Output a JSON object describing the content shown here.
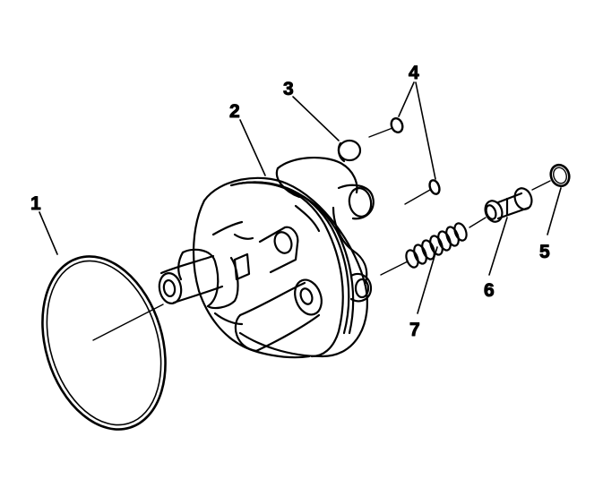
{
  "diagram": {
    "line_color": "#000000",
    "background": "#ffffff",
    "callouts": [
      "1",
      "2",
      "3",
      "4",
      "5",
      "6",
      "7"
    ]
  }
}
